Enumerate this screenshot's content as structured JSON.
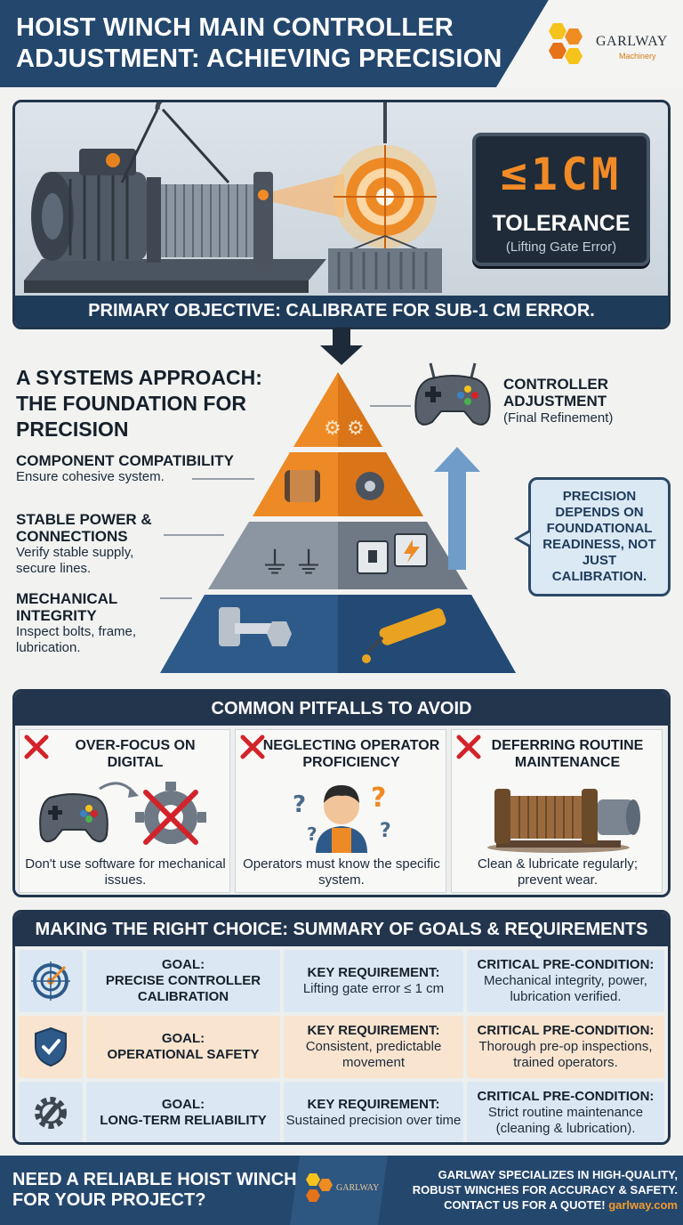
{
  "header": {
    "title": "HOIST WINCH MAIN CONTROLLER ADJUSTMENT: ACHIEVING PRECISION",
    "logo_name": "GARLWAY",
    "logo_sub": "Machinery"
  },
  "hero": {
    "tolerance_value": "≤1CM",
    "tolerance_label": "TOLERANCE",
    "tolerance_sub": "(Lifting Gate Error)",
    "objective": "PRIMARY OBJECTIVE: CALIBRATE FOR SUB-1 CM ERROR."
  },
  "systems": {
    "title": "A SYSTEMS APPROACH: THE FOUNDATION FOR PRECISION",
    "controller": {
      "title": "CONTROLLER ADJUSTMENT",
      "desc": "(Final Refinement)"
    },
    "levels": [
      {
        "title": "COMPONENT COMPATIBILITY",
        "desc": "Ensure cohesive system."
      },
      {
        "title": "STABLE POWER & CONNECTIONS",
        "desc": "Verify stable supply, secure lines."
      },
      {
        "title": "MECHANICAL INTEGRITY",
        "desc": "Inspect bolts, frame, lubrication."
      }
    ],
    "callout": "PRECISION DEPENDS ON FOUNDATIONAL READINESS, NOT JUST CALIBRATION."
  },
  "pitfalls": {
    "title": "COMMON PITFALLS TO AVOID",
    "items": [
      {
        "title": "OVER-FOCUS ON DIGITAL",
        "desc": "Don't use software for mechanical issues."
      },
      {
        "title": "NEGLECTING OPERATOR PROFICIENCY",
        "desc": "Operators must know the specific system."
      },
      {
        "title": "DEFERRING ROUTINE MAINTENANCE",
        "desc": "Clean & lubricate regularly; prevent wear."
      }
    ]
  },
  "summary": {
    "title": "MAKING THE RIGHT CHOICE: SUMMARY OF GOALS & REQUIREMENTS",
    "rows": [
      {
        "icon": "target-icon",
        "goal_h": "GOAL:",
        "goal": "PRECISE CONTROLLER CALIBRATION",
        "req_h": "KEY REQUIREMENT:",
        "req": "Lifting gate error ≤ 1 cm",
        "pre_h": "CRITICAL PRE-CONDITION:",
        "pre": "Mechanical integrity, power, lubrication verified."
      },
      {
        "icon": "shield-check-icon",
        "goal_h": "GOAL:",
        "goal": "OPERATIONAL SAFETY",
        "req_h": "KEY REQUIREMENT:",
        "req": "Consistent, predictable movement",
        "pre_h": "CRITICAL PRE-CONDITION:",
        "pre": "Thorough pre-op inspections, trained operators."
      },
      {
        "icon": "gear-wrench-icon",
        "goal_h": "GOAL:",
        "goal": "LONG-TERM RELIABILITY",
        "req_h": "KEY REQUIREMENT:",
        "req": "Sustained precision over time",
        "pre_h": "CRITICAL PRE-CONDITION:",
        "pre": "Strict routine maintenance (cleaning & lubrication)."
      }
    ]
  },
  "footer": {
    "left": "NEED A RELIABLE HOIST WINCH FOR YOUR PROJECT?",
    "logo_name": "GARLWAY",
    "right_1": "GARLWAY SPECIALIZES IN HIGH-QUALITY, ROBUST WINCHES FOR ACCURACY & SAFETY.",
    "right_2": "CONTACT US FOR A QUOTE!",
    "url": "garlway.com"
  },
  "colors": {
    "navy": "#24476d",
    "orange": "#ee8a25",
    "light_blue": "#dbe8f3",
    "peach": "#f9e4cf",
    "red_x": "#d3232a"
  }
}
